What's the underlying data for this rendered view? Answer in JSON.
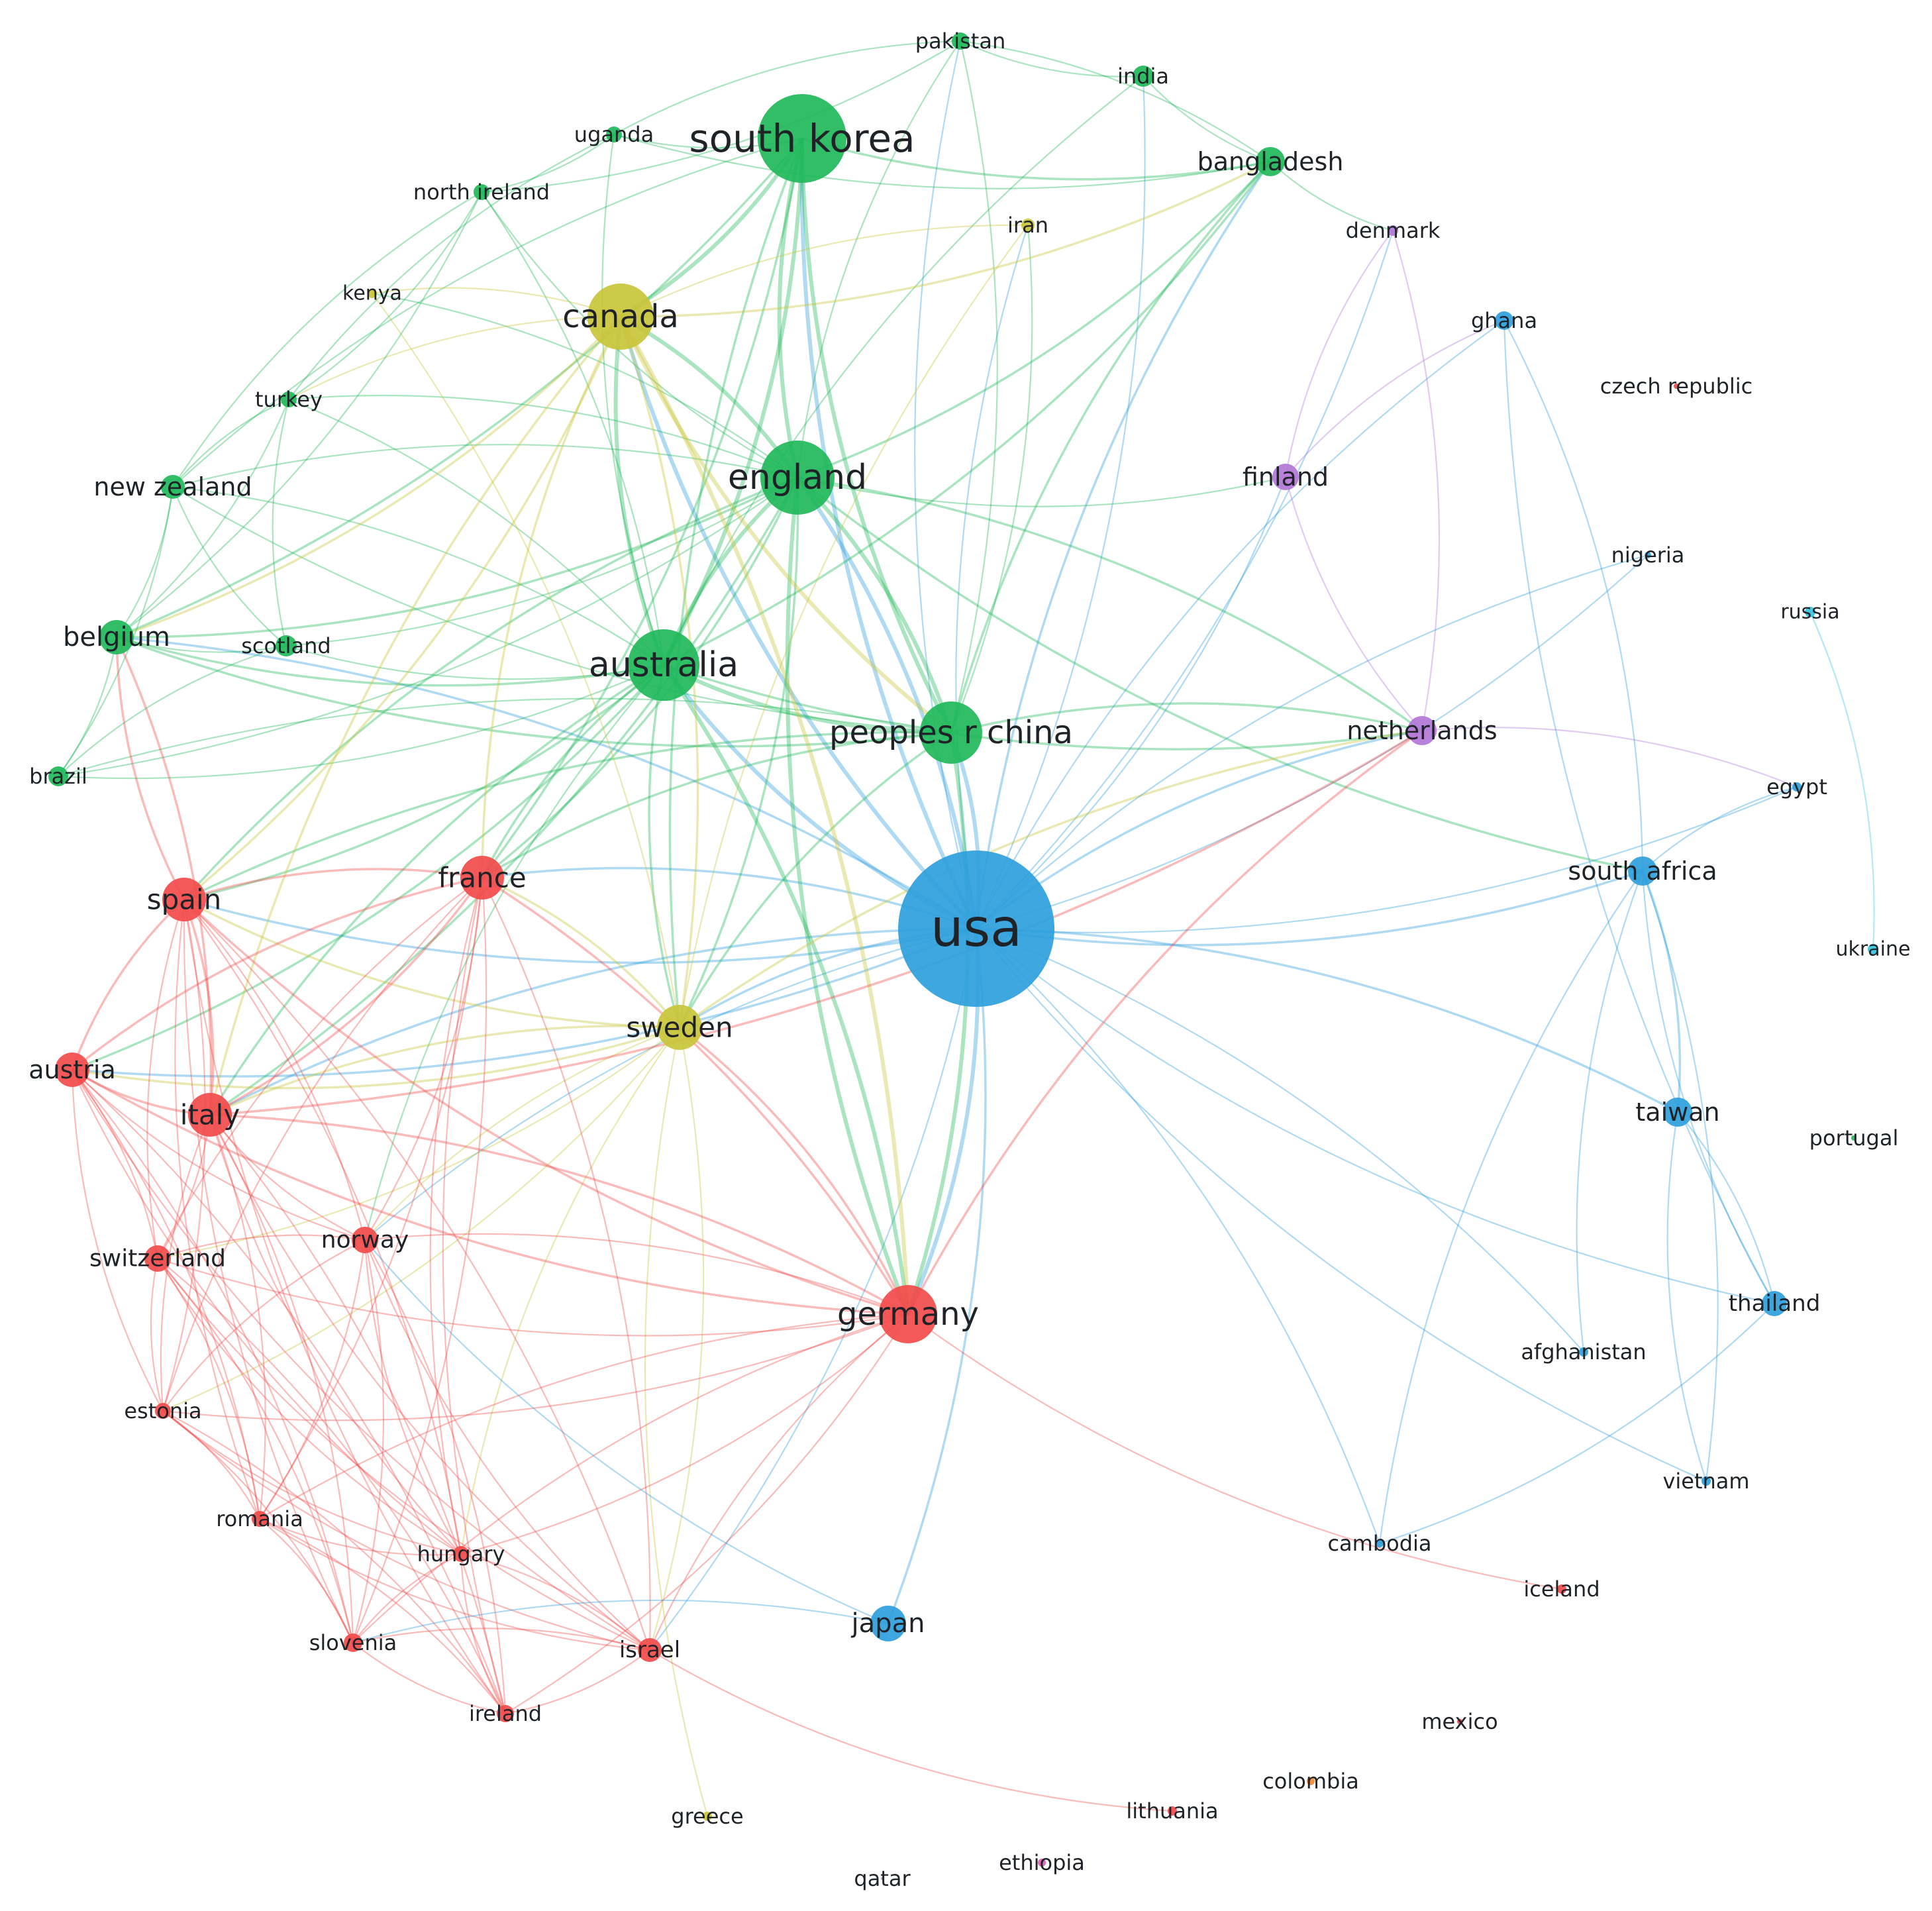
{
  "clusters": {
    "red": "#f24b4b",
    "green": "#1fb85a",
    "blue": "#2e9fdc",
    "yellow": "#c9c43a",
    "purple": "#b277d8",
    "cyan": "#34c6e0",
    "orange": "#f08a36",
    "pink": "#e05fb5",
    "grey": "#9aa0a6"
  },
  "nodes": [
    {
      "id": "usa",
      "label": "usa",
      "cluster": "blue"
    },
    {
      "id": "south_korea",
      "label": "south korea",
      "cluster": "green"
    },
    {
      "id": "england",
      "label": "england",
      "cluster": "green"
    },
    {
      "id": "australia",
      "label": "australia",
      "cluster": "green"
    },
    {
      "id": "peoples_r_china",
      "label": "peoples r china",
      "cluster": "green"
    },
    {
      "id": "canada",
      "label": "canada",
      "cluster": "yellow"
    },
    {
      "id": "sweden",
      "label": "sweden",
      "cluster": "yellow"
    },
    {
      "id": "germany",
      "label": "germany",
      "cluster": "red"
    },
    {
      "id": "france",
      "label": "france",
      "cluster": "red"
    },
    {
      "id": "spain",
      "label": "spain",
      "cluster": "red"
    },
    {
      "id": "italy",
      "label": "italy",
      "cluster": "red"
    },
    {
      "id": "austria",
      "label": "austria",
      "cluster": "red"
    },
    {
      "id": "switzerland",
      "label": "switzerland",
      "cluster": "red"
    },
    {
      "id": "norway",
      "label": "norway",
      "cluster": "red"
    },
    {
      "id": "estonia",
      "label": "estonia",
      "cluster": "red"
    },
    {
      "id": "romania",
      "label": "romania",
      "cluster": "red"
    },
    {
      "id": "hungary",
      "label": "hungary",
      "cluster": "red"
    },
    {
      "id": "slovenia",
      "label": "slovenia",
      "cluster": "red"
    },
    {
      "id": "israel",
      "label": "israel",
      "cluster": "red"
    },
    {
      "id": "ireland",
      "label": "ireland",
      "cluster": "red"
    },
    {
      "id": "lithuania",
      "label": "lithuania",
      "cluster": "red"
    },
    {
      "id": "iceland",
      "label": "iceland",
      "cluster": "red"
    },
    {
      "id": "czech_republic",
      "label": "czech republic",
      "cluster": "red"
    },
    {
      "id": "bangladesh",
      "label": "bangladesh",
      "cluster": "green"
    },
    {
      "id": "pakistan",
      "label": "pakistan",
      "cluster": "green"
    },
    {
      "id": "india",
      "label": "india",
      "cluster": "green"
    },
    {
      "id": "uganda",
      "label": "uganda",
      "cluster": "green"
    },
    {
      "id": "north_ireland",
      "label": "north ireland",
      "cluster": "green"
    },
    {
      "id": "turkey",
      "label": "turkey",
      "cluster": "green"
    },
    {
      "id": "new_zealand",
      "label": "new zealand",
      "cluster": "green"
    },
    {
      "id": "belgium",
      "label": "belgium",
      "cluster": "green"
    },
    {
      "id": "scotland",
      "label": "scotland",
      "cluster": "green"
    },
    {
      "id": "brazil",
      "label": "brazil",
      "cluster": "green"
    },
    {
      "id": "kenya",
      "label": "kenya",
      "cluster": "yellow"
    },
    {
      "id": "iran",
      "label": "iran",
      "cluster": "yellow"
    },
    {
      "id": "greece",
      "label": "greece",
      "cluster": "yellow"
    },
    {
      "id": "finland",
      "label": "finland",
      "cluster": "purple"
    },
    {
      "id": "netherlands",
      "label": "netherlands",
      "cluster": "purple"
    },
    {
      "id": "denmark",
      "label": "denmark",
      "cluster": "purple"
    },
    {
      "id": "ghana",
      "label": "ghana",
      "cluster": "blue"
    },
    {
      "id": "south_africa",
      "label": "south africa",
      "cluster": "blue"
    },
    {
      "id": "taiwan",
      "label": "taiwan",
      "cluster": "blue"
    },
    {
      "id": "thailand",
      "label": "thailand",
      "cluster": "blue"
    },
    {
      "id": "japan",
      "label": "japan",
      "cluster": "blue"
    },
    {
      "id": "nigeria",
      "label": "nigeria",
      "cluster": "blue"
    },
    {
      "id": "egypt",
      "label": "egypt",
      "cluster": "blue"
    },
    {
      "id": "afghanistan",
      "label": "afghanistan",
      "cluster": "blue"
    },
    {
      "id": "vietnam",
      "label": "vietnam",
      "cluster": "blue"
    },
    {
      "id": "cambodia",
      "label": "cambodia",
      "cluster": "blue"
    },
    {
      "id": "russia",
      "label": "russia",
      "cluster": "cyan"
    },
    {
      "id": "ukraine",
      "label": "ukraine",
      "cluster": "cyan"
    },
    {
      "id": "portugal",
      "label": "portugal",
      "cluster": "green"
    },
    {
      "id": "colombia",
      "label": "colombia",
      "cluster": "orange"
    },
    {
      "id": "mexico",
      "label": "mexico",
      "cluster": "red"
    },
    {
      "id": "ethiopia",
      "label": "ethiopia",
      "cluster": "pink"
    },
    {
      "id": "qatar",
      "label": "qatar",
      "cluster": "grey"
    }
  ],
  "edges": [
    [
      "usa",
      "south_korea"
    ],
    [
      "usa",
      "england"
    ],
    [
      "usa",
      "australia"
    ],
    [
      "usa",
      "peoples_r_china"
    ],
    [
      "usa",
      "canada"
    ],
    [
      "usa",
      "sweden"
    ],
    [
      "usa",
      "germany"
    ],
    [
      "usa",
      "france"
    ],
    [
      "usa",
      "spain"
    ],
    [
      "usa",
      "italy"
    ],
    [
      "usa",
      "japan"
    ],
    [
      "usa",
      "south_africa"
    ],
    [
      "usa",
      "taiwan"
    ],
    [
      "usa",
      "thailand"
    ],
    [
      "usa",
      "ghana"
    ],
    [
      "usa",
      "nigeria"
    ],
    [
      "usa",
      "netherlands"
    ],
    [
      "usa",
      "finland"
    ],
    [
      "usa",
      "bangladesh"
    ],
    [
      "usa",
      "egypt"
    ],
    [
      "usa",
      "cambodia"
    ],
    [
      "usa",
      "vietnam"
    ],
    [
      "usa",
      "afghanistan"
    ],
    [
      "usa",
      "india"
    ],
    [
      "usa",
      "israel"
    ],
    [
      "usa",
      "belgium"
    ],
    [
      "usa",
      "austria"
    ],
    [
      "usa",
      "norway"
    ],
    [
      "usa",
      "iran"
    ],
    [
      "usa",
      "denmark"
    ],
    [
      "usa",
      "pakistan"
    ],
    [
      "south_korea",
      "england"
    ],
    [
      "south_korea",
      "australia"
    ],
    [
      "south_korea",
      "peoples_r_china"
    ],
    [
      "south_korea",
      "canada"
    ],
    [
      "south_korea",
      "new_zealand"
    ],
    [
      "south_korea",
      "belgium"
    ],
    [
      "south_korea",
      "sweden"
    ],
    [
      "south_korea",
      "uganda"
    ],
    [
      "south_korea",
      "bangladesh"
    ],
    [
      "south_korea",
      "france"
    ],
    [
      "england",
      "australia"
    ],
    [
      "england",
      "peoples_r_china"
    ],
    [
      "england",
      "canada"
    ],
    [
      "england",
      "sweden"
    ],
    [
      "england",
      "germany"
    ],
    [
      "england",
      "france"
    ],
    [
      "england",
      "spain"
    ],
    [
      "england",
      "belgium"
    ],
    [
      "england",
      "new_zealand"
    ],
    [
      "england",
      "scotland"
    ],
    [
      "england",
      "turkey"
    ],
    [
      "england",
      "north_ireland"
    ],
    [
      "england",
      "finland"
    ],
    [
      "england",
      "netherlands"
    ],
    [
      "england",
      "south_africa"
    ],
    [
      "england",
      "italy"
    ],
    [
      "england",
      "bangladesh"
    ],
    [
      "england",
      "pakistan"
    ],
    [
      "england",
      "kenya"
    ],
    [
      "england",
      "brazil"
    ],
    [
      "australia",
      "peoples_r_china"
    ],
    [
      "australia",
      "canada"
    ],
    [
      "australia",
      "sweden"
    ],
    [
      "australia",
      "germany"
    ],
    [
      "australia",
      "france"
    ],
    [
      "australia",
      "spain"
    ],
    [
      "australia",
      "italy"
    ],
    [
      "australia",
      "belgium"
    ],
    [
      "australia",
      "new_zealand"
    ],
    [
      "australia",
      "scotland"
    ],
    [
      "australia",
      "turkey"
    ],
    [
      "australia",
      "brazil"
    ],
    [
      "australia",
      "bangladesh"
    ],
    [
      "australia",
      "india"
    ],
    [
      "australia",
      "netherlands"
    ],
    [
      "australia",
      "austria"
    ],
    [
      "australia",
      "norway"
    ],
    [
      "australia",
      "uganda"
    ],
    [
      "australia",
      "north_ireland"
    ],
    [
      "peoples_r_china",
      "canada"
    ],
    [
      "peoples_r_china",
      "sweden"
    ],
    [
      "peoples_r_china",
      "germany"
    ],
    [
      "peoples_r_china",
      "france"
    ],
    [
      "peoples_r_china",
      "bangladesh"
    ],
    [
      "peoples_r_china",
      "pakistan"
    ],
    [
      "peoples_r_china",
      "belgium"
    ],
    [
      "peoples_r_china",
      "iran"
    ],
    [
      "peoples_r_china",
      "new_zealand"
    ],
    [
      "peoples_r_china",
      "brazil"
    ],
    [
      "peoples_r_china",
      "netherlands"
    ],
    [
      "peoples_r_china",
      "spain"
    ],
    [
      "canada",
      "sweden"
    ],
    [
      "canada",
      "france"
    ],
    [
      "canada",
      "spain"
    ],
    [
      "canada",
      "kenya"
    ],
    [
      "canada",
      "iran"
    ],
    [
      "canada",
      "turkey"
    ],
    [
      "canada",
      "belgium"
    ],
    [
      "canada",
      "italy"
    ],
    [
      "canada",
      "germany"
    ],
    [
      "canada",
      "bangladesh"
    ],
    [
      "sweden",
      "germany"
    ],
    [
      "sweden",
      "france"
    ],
    [
      "sweden",
      "spain"
    ],
    [
      "sweden",
      "italy"
    ],
    [
      "sweden",
      "austria"
    ],
    [
      "sweden",
      "norway"
    ],
    [
      "sweden",
      "switzerland"
    ],
    [
      "sweden",
      "greece"
    ],
    [
      "sweden",
      "israel"
    ],
    [
      "sweden",
      "hungary"
    ],
    [
      "sweden",
      "iran"
    ],
    [
      "sweden",
      "kenya"
    ],
    [
      "sweden",
      "estonia"
    ],
    [
      "germany",
      "france"
    ],
    [
      "germany",
      "spain"
    ],
    [
      "germany",
      "italy"
    ],
    [
      "germany",
      "austria"
    ],
    [
      "germany",
      "norway"
    ],
    [
      "germany",
      "switzerland"
    ],
    [
      "germany",
      "israel"
    ],
    [
      "germany",
      "hungary"
    ],
    [
      "germany",
      "slovenia"
    ],
    [
      "germany",
      "ireland"
    ],
    [
      "germany",
      "iceland"
    ],
    [
      "germany",
      "estonia"
    ],
    [
      "germany",
      "romania"
    ],
    [
      "germany",
      "netherlands"
    ],
    [
      "france",
      "spain"
    ],
    [
      "france",
      "italy"
    ],
    [
      "france",
      "austria"
    ],
    [
      "france",
      "norway"
    ],
    [
      "france",
      "switzerland"
    ],
    [
      "france",
      "israel"
    ],
    [
      "france",
      "hungary"
    ],
    [
      "france",
      "slovenia"
    ],
    [
      "france",
      "estonia"
    ],
    [
      "france",
      "romania"
    ],
    [
      "france",
      "ireland"
    ],
    [
      "spain",
      "italy"
    ],
    [
      "spain",
      "austria"
    ],
    [
      "spain",
      "norway"
    ],
    [
      "spain",
      "switzerland"
    ],
    [
      "spain",
      "estonia"
    ],
    [
      "spain",
      "romania"
    ],
    [
      "spain",
      "hungary"
    ],
    [
      "spain",
      "slovenia"
    ],
    [
      "spain",
      "israel"
    ],
    [
      "spain",
      "ireland"
    ],
    [
      "italy",
      "austria"
    ],
    [
      "italy",
      "norway"
    ],
    [
      "italy",
      "switzerland"
    ],
    [
      "italy",
      "estonia"
    ],
    [
      "italy",
      "romania"
    ],
    [
      "italy",
      "hungary"
    ],
    [
      "italy",
      "slovenia"
    ],
    [
      "italy",
      "israel"
    ],
    [
      "italy",
      "ireland"
    ],
    [
      "italy",
      "netherlands"
    ],
    [
      "austria",
      "switzerland"
    ],
    [
      "austria",
      "estonia"
    ],
    [
      "austria",
      "romania"
    ],
    [
      "austria",
      "hungary"
    ],
    [
      "austria",
      "slovenia"
    ],
    [
      "austria",
      "israel"
    ],
    [
      "austria",
      "ireland"
    ],
    [
      "austria",
      "norway"
    ],
    [
      "switzerland",
      "norway"
    ],
    [
      "switzerland",
      "estonia"
    ],
    [
      "switzerland",
      "romania"
    ],
    [
      "switzerland",
      "hungary"
    ],
    [
      "switzerland",
      "slovenia"
    ],
    [
      "switzerland",
      "israel"
    ],
    [
      "switzerland",
      "ireland"
    ],
    [
      "norway",
      "estonia"
    ],
    [
      "norway",
      "romania"
    ],
    [
      "norway",
      "hungary"
    ],
    [
      "norway",
      "slovenia"
    ],
    [
      "norway",
      "israel"
    ],
    [
      "norway",
      "ireland"
    ],
    [
      "norway",
      "japan"
    ],
    [
      "estonia",
      "romania"
    ],
    [
      "estonia",
      "hungary"
    ],
    [
      "estonia",
      "slovenia"
    ],
    [
      "estonia",
      "israel"
    ],
    [
      "estonia",
      "ireland"
    ],
    [
      "romania",
      "hungary"
    ],
    [
      "romania",
      "slovenia"
    ],
    [
      "romania",
      "israel"
    ],
    [
      "romania",
      "ireland"
    ],
    [
      "hungary",
      "slovenia"
    ],
    [
      "hungary",
      "israel"
    ],
    [
      "hungary",
      "ireland"
    ],
    [
      "slovenia",
      "israel"
    ],
    [
      "slovenia",
      "ireland"
    ],
    [
      "israel",
      "ireland"
    ],
    [
      "israel",
      "lithuania"
    ],
    [
      "slovenia",
      "japan"
    ],
    [
      "bangladesh",
      "pakistan"
    ],
    [
      "bangladesh",
      "india"
    ],
    [
      "bangladesh",
      "denmark"
    ],
    [
      "bangladesh",
      "uganda"
    ],
    [
      "pakistan",
      "india"
    ],
    [
      "pakistan",
      "north_ireland"
    ],
    [
      "pakistan",
      "uganda"
    ],
    [
      "uganda",
      "north_ireland"
    ],
    [
      "uganda",
      "turkey"
    ],
    [
      "north_ireland",
      "turkey"
    ],
    [
      "north_ireland",
      "new_zealand"
    ],
    [
      "north_ireland",
      "belgium"
    ],
    [
      "turkey",
      "new_zealand"
    ],
    [
      "turkey",
      "belgium"
    ],
    [
      "turkey",
      "scotland"
    ],
    [
      "new_zealand",
      "belgium"
    ],
    [
      "new_zealand",
      "scotland"
    ],
    [
      "new_zealand",
      "brazil"
    ],
    [
      "belgium",
      "scotland"
    ],
    [
      "belgium",
      "brazil"
    ],
    [
      "belgium",
      "spain"
    ],
    [
      "belgium",
      "italy"
    ],
    [
      "scotland",
      "brazil"
    ],
    [
      "finland",
      "denmark"
    ],
    [
      "finland",
      "netherlands"
    ],
    [
      "finland",
      "ghana"
    ],
    [
      "netherlands",
      "denmark"
    ],
    [
      "netherlands",
      "egypt"
    ],
    [
      "netherlands",
      "sweden"
    ],
    [
      "ghana",
      "south_africa"
    ],
    [
      "ghana",
      "thailand"
    ],
    [
      "south_africa",
      "taiwan"
    ],
    [
      "south_africa",
      "thailand"
    ],
    [
      "south_africa",
      "egypt"
    ],
    [
      "south_africa",
      "afghanistan"
    ],
    [
      "south_africa",
      "vietnam"
    ],
    [
      "south_africa",
      "cambodia"
    ],
    [
      "taiwan",
      "thailand"
    ],
    [
      "taiwan",
      "vietnam"
    ],
    [
      "thailand",
      "cambodia"
    ],
    [
      "nigeria",
      "usa"
    ],
    [
      "russia",
      "ukraine"
    ]
  ]
}
